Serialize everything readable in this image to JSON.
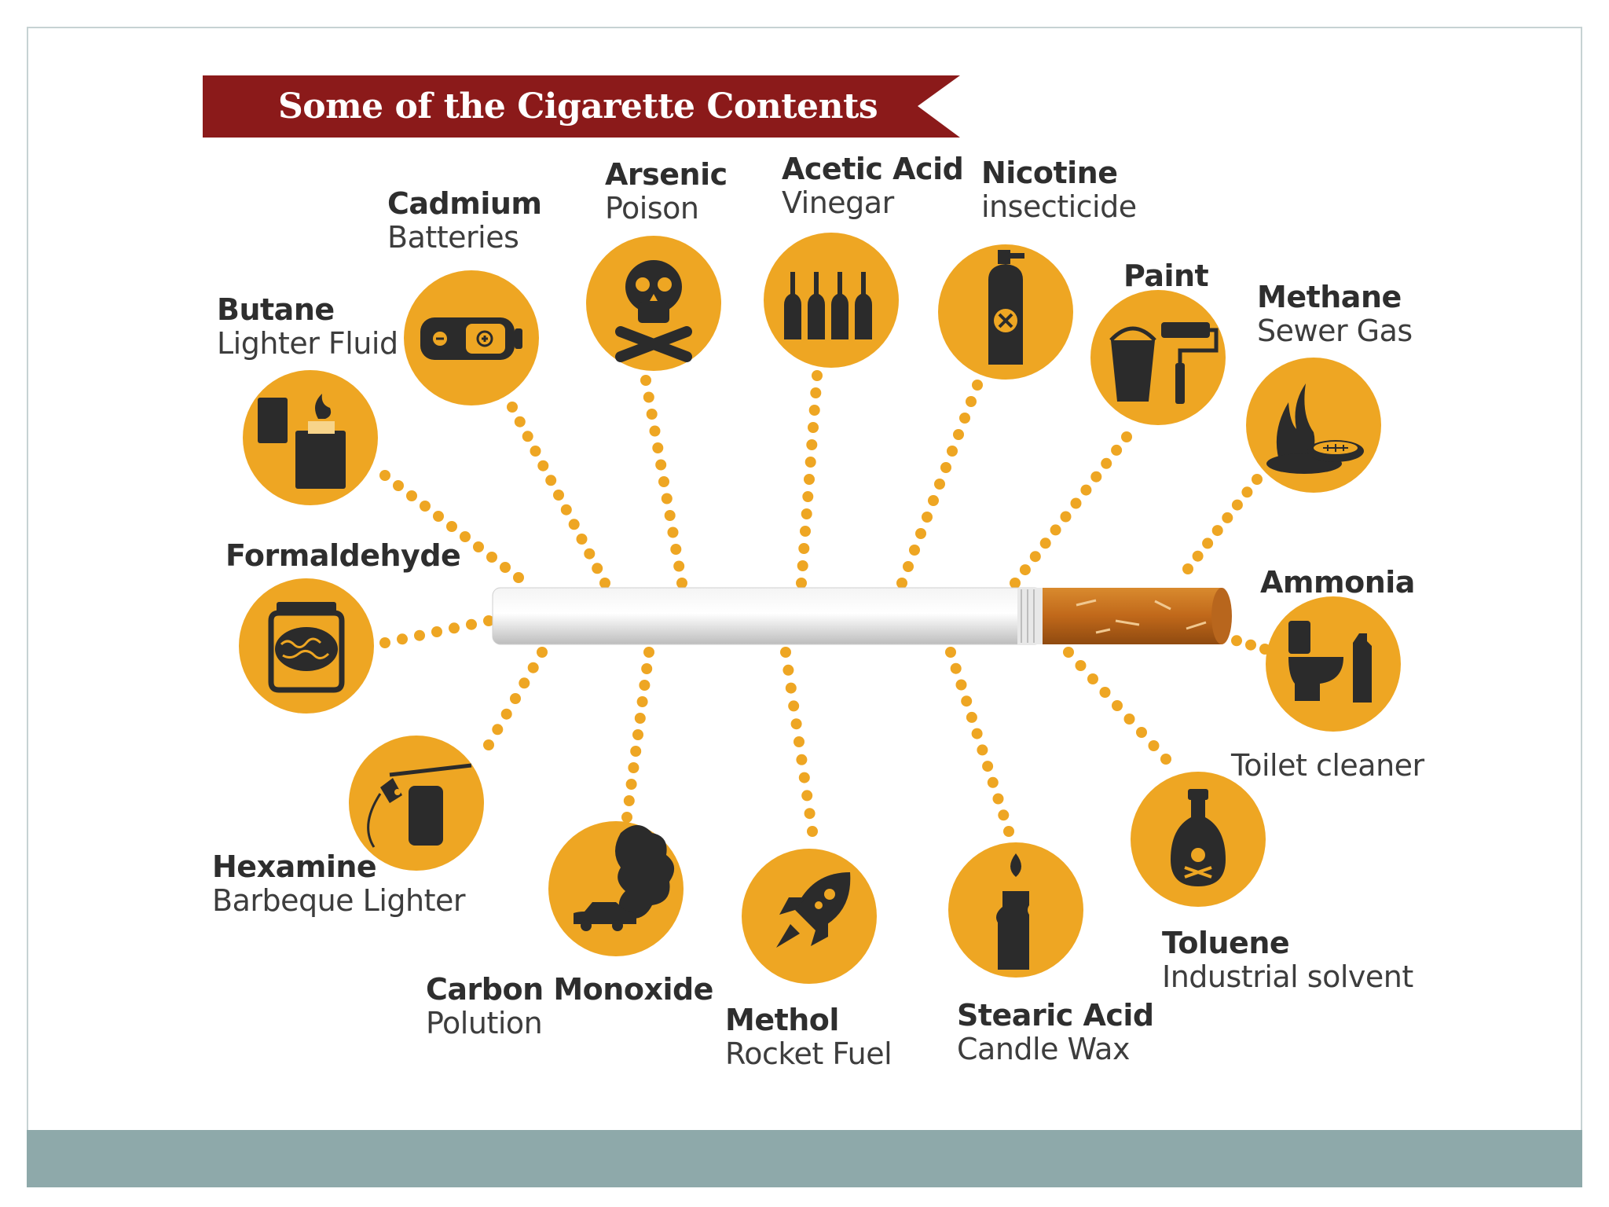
{
  "title": "Some of the Cigarette Contents",
  "colors": {
    "banner": "#8b1a1a",
    "circle": "#eea623",
    "icon": "#2b2b2b",
    "dots": "#eea623",
    "footer": "#8ea9aa",
    "filter": "#c8731e"
  },
  "items": [
    {
      "id": "butane",
      "name": "Butane",
      "desc": "Lighter Fluid",
      "icon": "lighter-icon"
    },
    {
      "id": "cadmium",
      "name": "Cadmium",
      "desc": "Batteries",
      "icon": "battery-icon"
    },
    {
      "id": "arsenic",
      "name": "Arsenic",
      "desc": "Poison",
      "icon": "skull-crossbones-icon"
    },
    {
      "id": "acetic-acid",
      "name": "Acetic Acid",
      "desc": "Vinegar",
      "icon": "bottles-icon"
    },
    {
      "id": "nicotine",
      "name": "Nicotine",
      "desc": "insecticide",
      "icon": "spray-bottle-icon"
    },
    {
      "id": "paint",
      "name": "Paint",
      "desc": "",
      "icon": "paint-bucket-roller-icon"
    },
    {
      "id": "methane",
      "name": "Methane",
      "desc": "Sewer Gas",
      "icon": "sewer-gas-icon"
    },
    {
      "id": "formaldehyde",
      "name": "Formaldehyde",
      "desc": "",
      "icon": "brain-jar-icon"
    },
    {
      "id": "ammonia",
      "name": "Ammonia",
      "desc": "Toilet cleaner",
      "icon": "toilet-icon"
    },
    {
      "id": "hexamine",
      "name": "Hexamine",
      "desc": "Barbeque Lighter",
      "icon": "torch-lighter-icon"
    },
    {
      "id": "carbon-monoxide",
      "name": "Carbon Monoxide",
      "desc": "Polution",
      "icon": "car-smoke-icon"
    },
    {
      "id": "methol",
      "name": "Methol",
      "desc": "Rocket Fuel",
      "icon": "rocket-icon"
    },
    {
      "id": "stearic-acid",
      "name": "Stearic Acid",
      "desc": "Candle Wax",
      "icon": "candle-icon"
    },
    {
      "id": "toluene",
      "name": "Toluene",
      "desc": "Industrial solvent",
      "icon": "poison-bottle-icon"
    }
  ]
}
